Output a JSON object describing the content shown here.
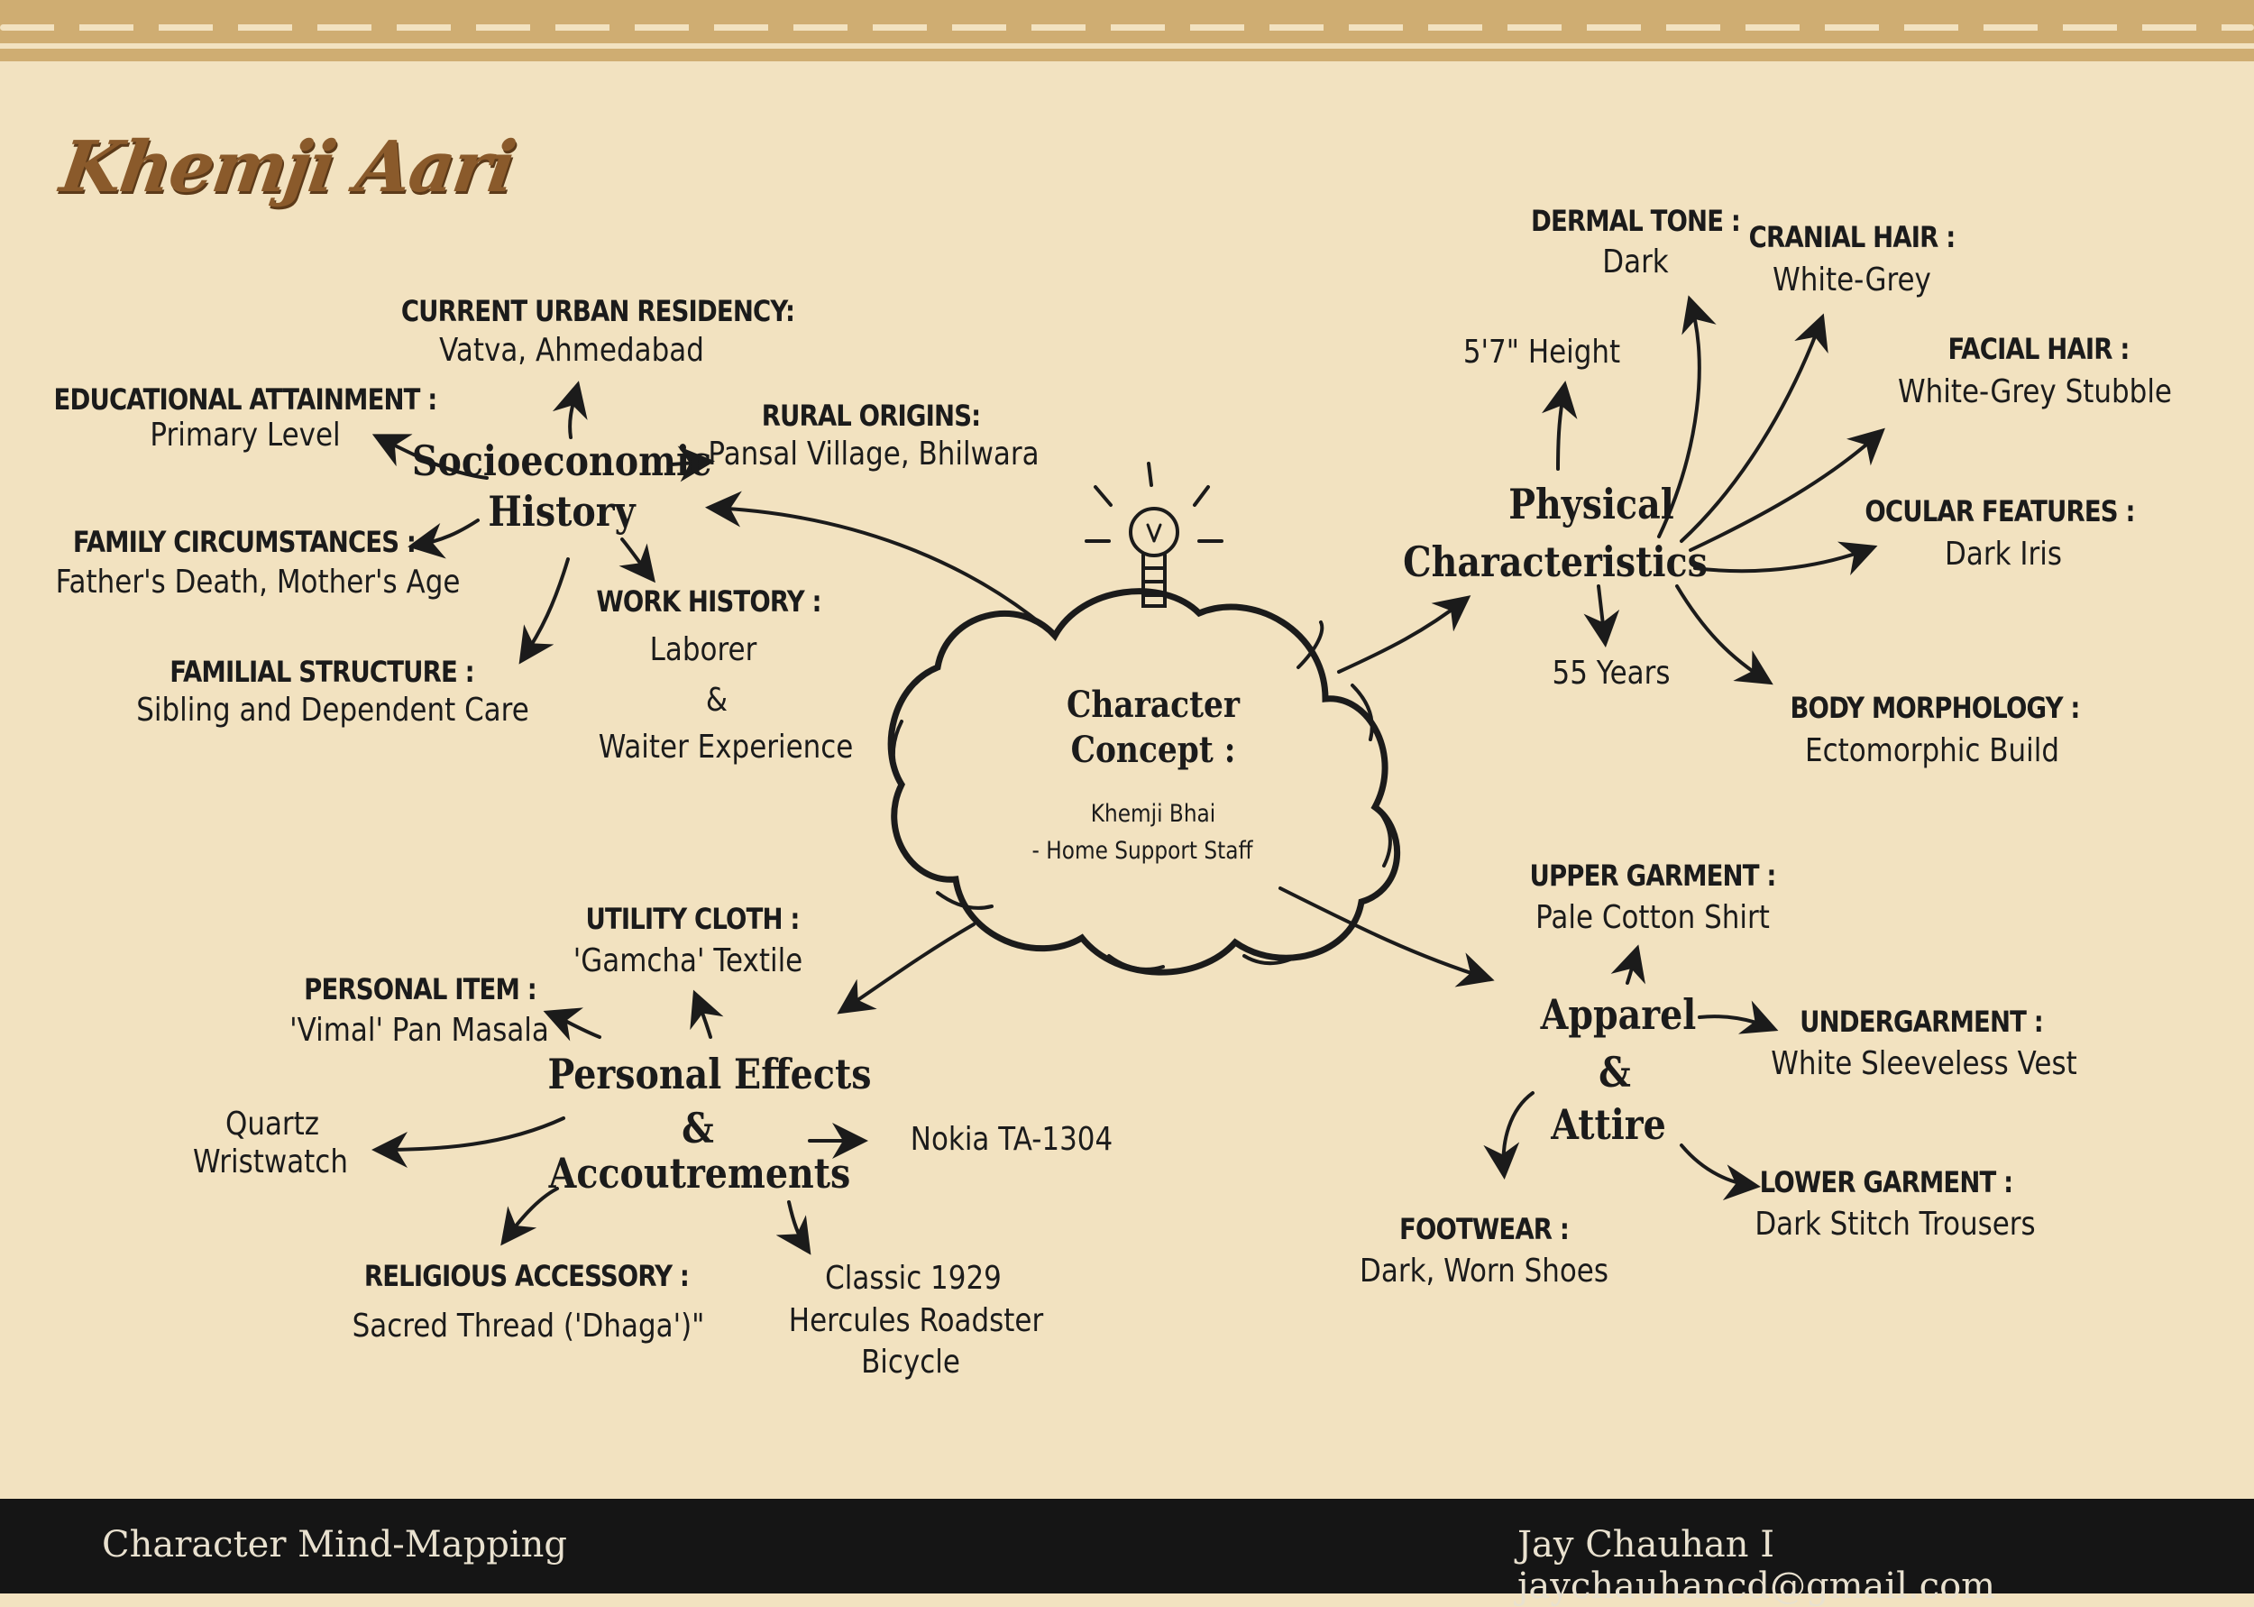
{
  "colors": {
    "background": "#f2e2c0",
    "band": "#cfad72",
    "footer": "#151515",
    "ink": "#1b1b1b",
    "logo": "#8a5a2b"
  },
  "logo": "Khemji Aari",
  "center": {
    "title_line1": "Character",
    "title_line2": "Concept :",
    "sub_line1": "Khemji Bhai",
    "sub_line2": "- Home Support Staff"
  },
  "socio": {
    "hub_line1": "Socioeconomic",
    "hub_line2": "History",
    "residency": {
      "label": "CURRENT URBAN RESIDENCY:",
      "value": "Vatva, Ahmedabad"
    },
    "education": {
      "label": "EDUCATIONAL ATTAINMENT :",
      "value": "Primary Level"
    },
    "rural": {
      "label": "RURAL ORIGINS:",
      "value": "Pansal Village, Bhilwara"
    },
    "family": {
      "label": "FAMILY CIRCUMSTANCES :",
      "value": "Father's Death, Mother's Age"
    },
    "work": {
      "label": "WORK HISTORY :",
      "value1": "Laborer",
      "value2": "&",
      "value3": "Waiter Experience"
    },
    "structure": {
      "label": "FAMILIAL STRUCTURE :",
      "value": "Sibling and Dependent Care"
    }
  },
  "physical": {
    "hub_line1": "Physical",
    "hub_line2": "Characteristics",
    "height": "5'7\" Height",
    "age": "55 Years",
    "dermal": {
      "label": "DERMAL TONE :",
      "value": "Dark"
    },
    "cranial": {
      "label": "CRANIAL HAIR :",
      "value": "White-Grey"
    },
    "facial": {
      "label": "FACIAL HAIR :",
      "value": "White-Grey Stubble"
    },
    "ocular": {
      "label": "OCULAR FEATURES :",
      "value": "Dark Iris"
    },
    "body": {
      "label": "BODY MORPHOLOGY :",
      "value": "Ectomorphic Build"
    }
  },
  "personal": {
    "hub_line1": "Personal Effects",
    "hub_line2": "&",
    "hub_line3": "Accoutrements",
    "utility": {
      "label": "UTILITY CLOTH :",
      "value": "'Gamcha' Textile"
    },
    "item": {
      "label": "PERSONAL ITEM :",
      "value": "'Vimal' Pan Masala"
    },
    "watch_line1": "Quartz",
    "watch_line2": "Wristwatch",
    "phone": "Nokia TA-1304",
    "religious": {
      "label": "RELIGIOUS ACCESSORY :",
      "value": "Sacred Thread ('Dhaga')\""
    },
    "bicycle_line1": "Classic 1929",
    "bicycle_line2": "Hercules Roadster",
    "bicycle_line3": "Bicycle"
  },
  "apparel": {
    "hub_line1": "Apparel",
    "hub_line2": "&",
    "hub_line3": "Attire",
    "upper": {
      "label": "UPPER GARMENT :",
      "value": "Pale Cotton Shirt"
    },
    "under": {
      "label": "UNDERGARMENT :",
      "value": "White Sleeveless Vest"
    },
    "lower": {
      "label": "LOWER GARMENT :",
      "value": "Dark Stitch Trousers"
    },
    "footwear": {
      "label": "FOOTWEAR :",
      "value": "Dark, Worn Shoes"
    }
  },
  "footer": {
    "left": "Character Mind-Mapping",
    "right": "Jay Chauhan I jaychauhancd@gmail.com"
  }
}
